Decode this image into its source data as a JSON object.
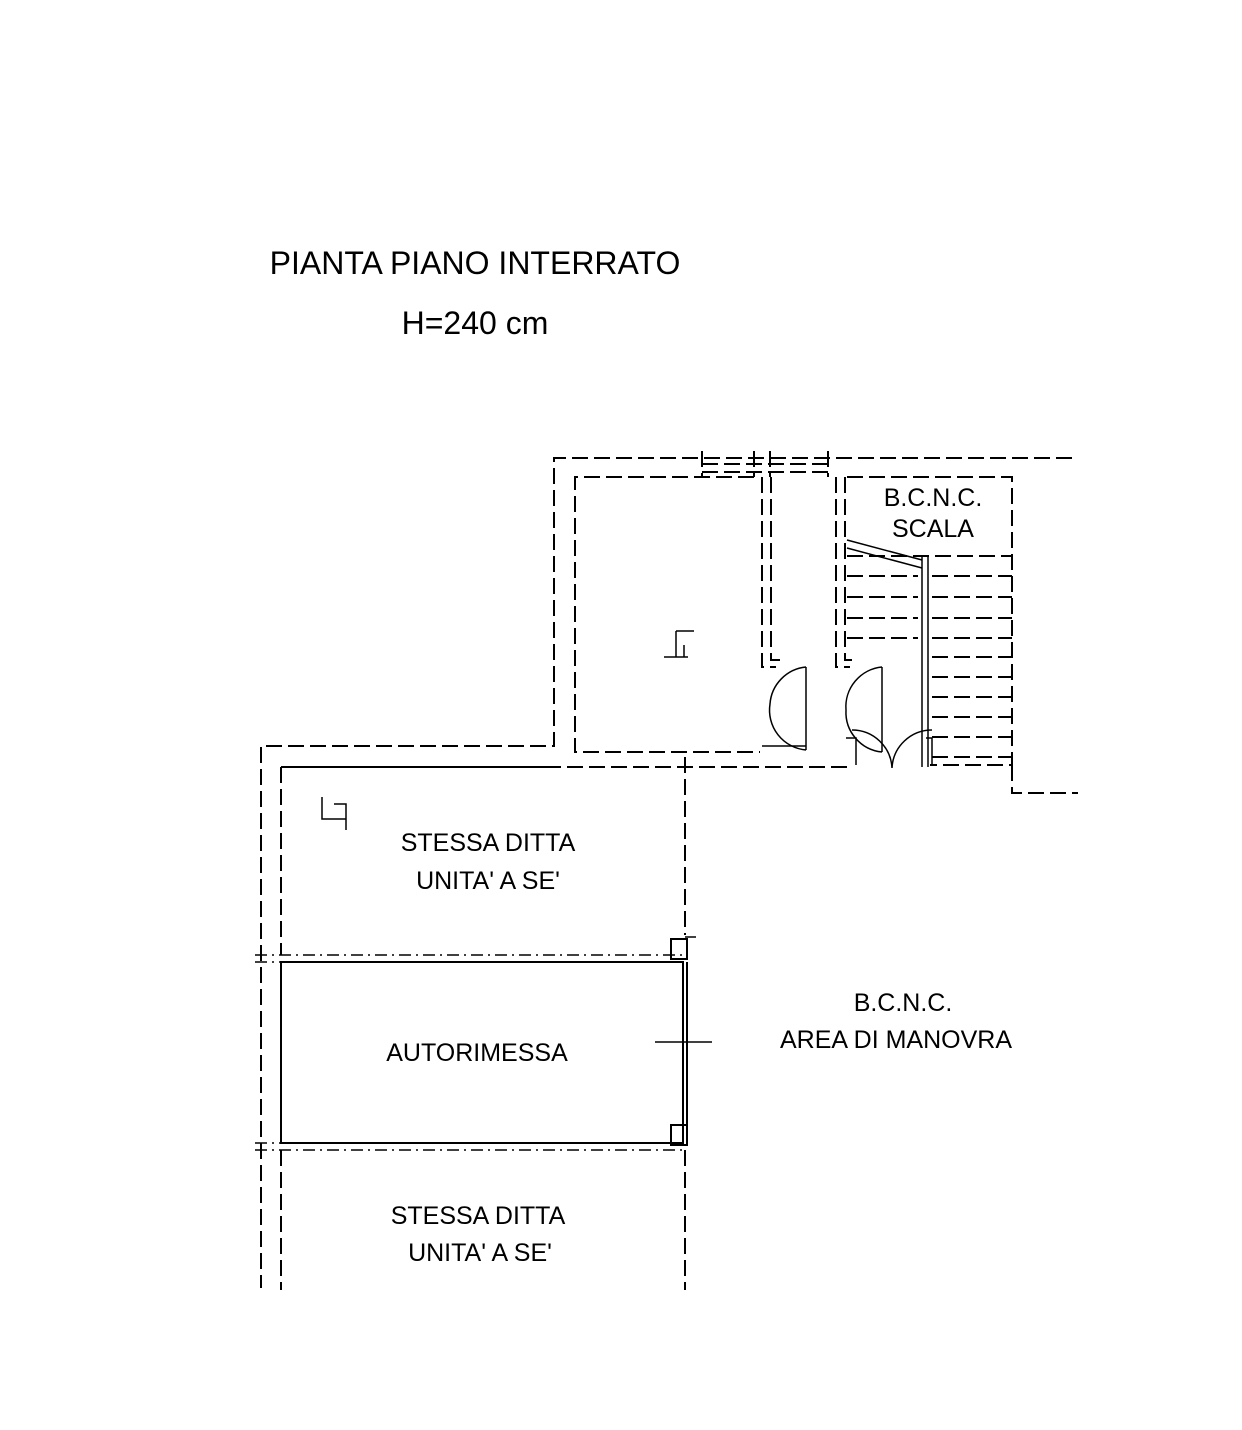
{
  "drawing": {
    "title": "PIANTA PIANO INTERRATO",
    "height_note": "H=240 cm"
  },
  "rooms": {
    "bcnc_scala": {
      "line1": "B.C.N.C.",
      "line2": "SCALA"
    },
    "stessa_ditta_top": {
      "line1": "STESSA DITTA",
      "line2": "UNITA' A SE'"
    },
    "autorimessa": {
      "line1": "AUTORIMESSA"
    },
    "area_manovra": {
      "line1": "B.C.N.C.",
      "line2": "AREA DI MANOVRA"
    },
    "stessa_ditta_bottom": {
      "line1": "STESSA DITTA",
      "line2": "UNITA' A SE'"
    }
  },
  "colors": {
    "ink": "#000000",
    "paper": "#ffffff"
  }
}
